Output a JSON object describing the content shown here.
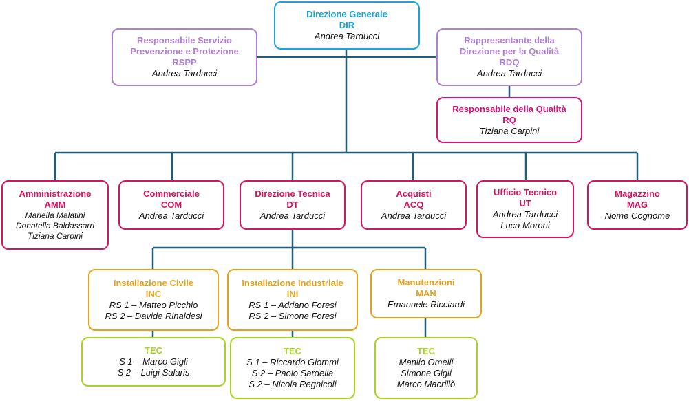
{
  "colors": {
    "connector": "#1f5f7a",
    "dir": "#1aa3d6",
    "staff": "#b07fd6",
    "quality": "#d8127a",
    "dept": "#d8125f",
    "sub": "#e3a21a",
    "tec": "#a5d51e"
  },
  "nodes": {
    "dir": {
      "title_lines": [
        "Direzione Generale",
        "DIR"
      ],
      "people": [
        "Andrea Tarducci"
      ]
    },
    "rspp": {
      "title_lines": [
        "Responsabile Servizio",
        "Prevenzione e Protezione",
        "RSPP"
      ],
      "people": [
        "Andrea Tarducci"
      ]
    },
    "rdq": {
      "title_lines": [
        "Rappresentante della",
        "Direzione per la Qualità",
        "RDQ"
      ],
      "people": [
        "Andrea Tarducci"
      ]
    },
    "rq": {
      "title_lines": [
        "Responsabile della Qualità",
        "RQ"
      ],
      "people": [
        "Tiziana Carpini"
      ]
    },
    "amm": {
      "title_lines": [
        "Amministrazione",
        "AMM"
      ],
      "people": [
        "Mariella Malatini",
        "Donatella Baldassarri",
        "Tiziana Carpini"
      ]
    },
    "com": {
      "title_lines": [
        "Commerciale",
        "COM"
      ],
      "people": [
        "Andrea Tarducci"
      ]
    },
    "dt": {
      "title_lines": [
        "Direzione Tecnica",
        "DT"
      ],
      "people": [
        "Andrea Tarducci"
      ]
    },
    "acq": {
      "title_lines": [
        "Acquisti",
        "ACQ"
      ],
      "people": [
        "Andrea Tarducci"
      ]
    },
    "ut": {
      "title_lines": [
        "Ufficio Tecnico",
        "UT"
      ],
      "people": [
        "Andrea Tarducci",
        "Luca Moroni"
      ]
    },
    "mag": {
      "title_lines": [
        "Magazzino",
        "MAG"
      ],
      "people": [
        "Nome Cognome"
      ]
    },
    "inc": {
      "title_lines": [
        "Installazione Civile",
        "INC"
      ],
      "people": [
        "RS 1 – Matteo Picchio",
        "RS 2 – Davide Rinaldesi"
      ]
    },
    "ini": {
      "title_lines": [
        "Installazione Industriale",
        "INI"
      ],
      "people": [
        "RS 1 – Adriano Foresi",
        "RS 2 – Simone Foresi"
      ]
    },
    "man": {
      "title_lines": [
        "Manutenzioni",
        "MAN"
      ],
      "people": [
        "Emanuele Ricciardi"
      ]
    },
    "tec_inc": {
      "title_lines": [
        "TEC"
      ],
      "people": [
        "S 1 – Marco Gigli",
        "S 2 – Luigi Salaris"
      ]
    },
    "tec_ini": {
      "title_lines": [
        "TEC"
      ],
      "people": [
        "S 1 – Riccardo Giommi",
        "S 2 – Paolo Sardella",
        "S 2 – Nicola Regnicoli"
      ]
    },
    "tec_man": {
      "title_lines": [
        "TEC"
      ],
      "people": [
        "Manlio Omelli",
        "Simone Gigli",
        "Marco Macrillò"
      ]
    }
  }
}
